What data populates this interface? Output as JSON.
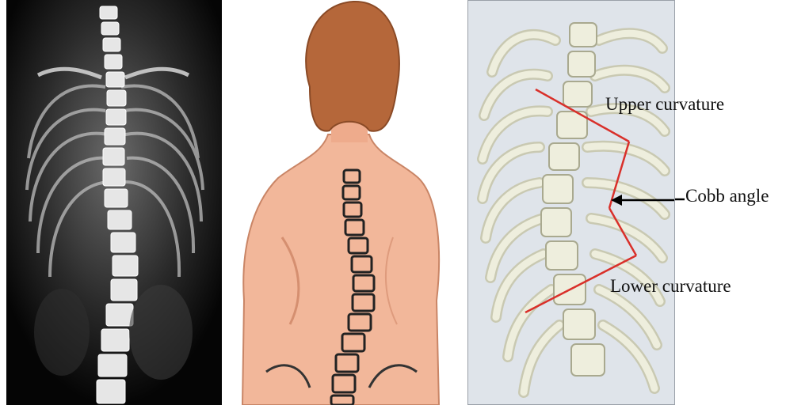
{
  "labels": {
    "upper_curvature": "Upper curvature",
    "cobb_angle": "Cobb angle",
    "lower_curvature": "Lower curvature"
  },
  "colors": {
    "xray_background": "#050505",
    "skin": "#f2b79a",
    "hair": "#b5673a",
    "diagram_background": "#dfe4ea",
    "bone": "#eeeedd",
    "cobb_lines": "#d9302a"
  }
}
